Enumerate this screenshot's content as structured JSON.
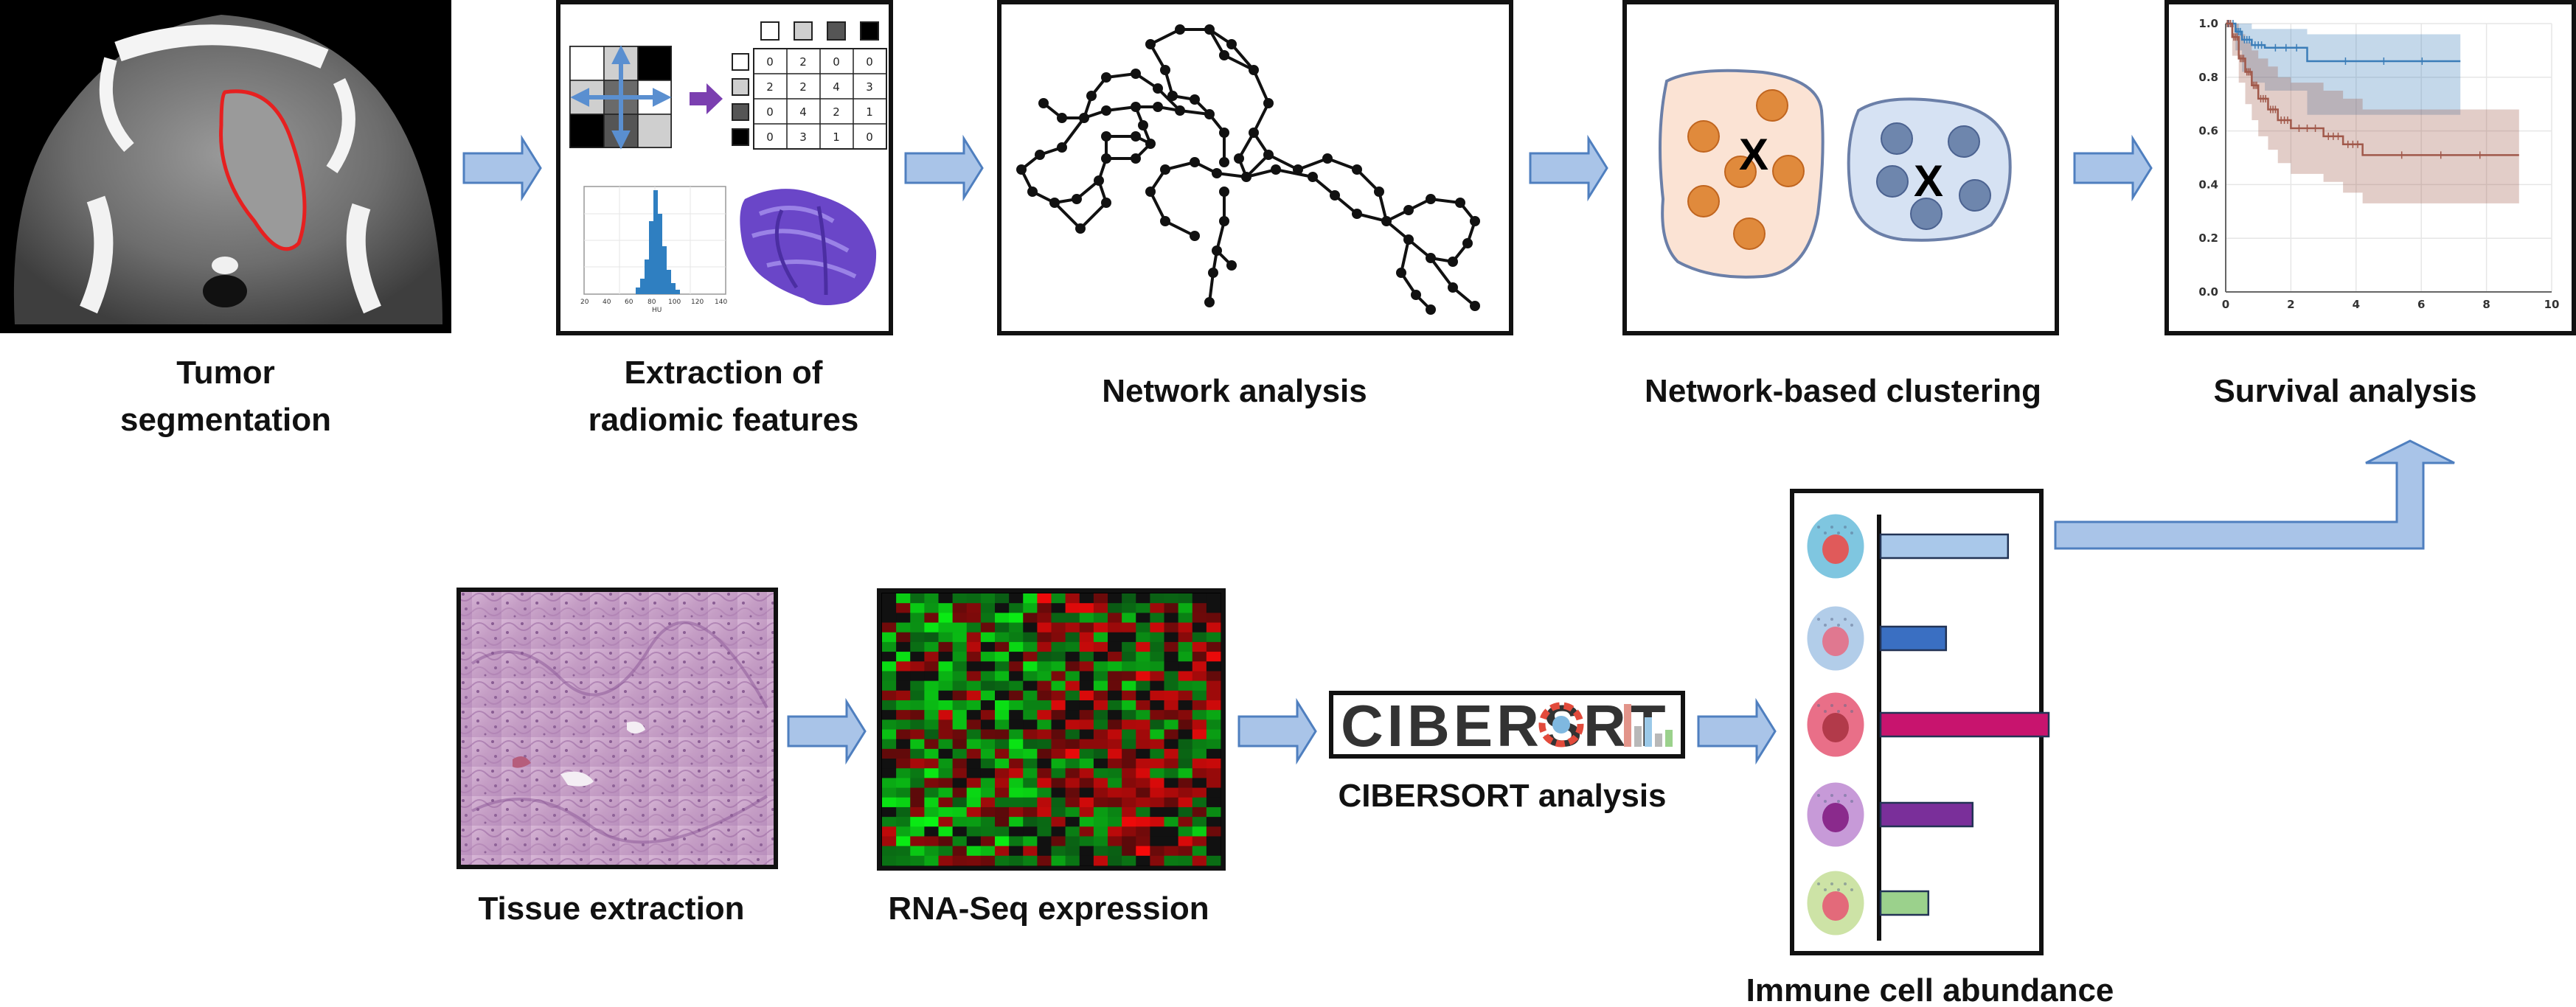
{
  "labels": {
    "tumor_seg_1": "Tumor",
    "tumor_seg_2": "segmentation",
    "extract_1": "Extraction of",
    "extract_2": "radiomic features",
    "network": "Network analysis",
    "clustering": "Network-based clustering",
    "survival": "Survival analysis",
    "tissue": "Tissue extraction",
    "rnaseq": "RNA-Seq expression",
    "cibersort": "CIBERSORT analysis",
    "immune": "Immune cell abundance"
  },
  "logo": {
    "left": "CIBERS",
    "right": "RT"
  },
  "matrix": {
    "cells": [
      [
        "0",
        "2",
        "0",
        "0"
      ],
      [
        "2",
        "2",
        "4",
        "3"
      ],
      [
        "0",
        "4",
        "2",
        "1"
      ],
      [
        "0",
        "3",
        "1",
        "0"
      ]
    ]
  },
  "histogram": {
    "xticks": [
      "20",
      "40",
      "60",
      "80",
      "100",
      "120",
      "140"
    ],
    "xlabel": "HU"
  },
  "clusters": {
    "marker": "X"
  },
  "colors": {
    "arrow_fill": "#a9c4e8",
    "arrow_stroke": "#4f7fbf",
    "cluster_a": "#e08a3c",
    "cluster_b": "#6e86ad"
  },
  "chart_data": {
    "type": "line",
    "title": "",
    "xlabel": "",
    "ylabel": "",
    "xlim": [
      0,
      10
    ],
    "ylim": [
      0,
      1.0
    ],
    "xticks": [
      "0",
      "2",
      "4",
      "6",
      "8",
      "10"
    ],
    "yticks": [
      "0.0",
      "0.2",
      "0.4",
      "0.6",
      "0.8",
      "1.0"
    ],
    "series": [
      {
        "color": "#3b7db8",
        "x": [
          0,
          0.3,
          0.5,
          0.8,
          1.2,
          2.5,
          7.2
        ],
        "y": [
          1.0,
          0.97,
          0.94,
          0.92,
          0.91,
          0.86,
          0.86
        ],
        "ci_lower": [
          1.0,
          0.9,
          0.82,
          0.78,
          0.75,
          0.66,
          0.66
        ],
        "ci_upper": [
          1.0,
          1.0,
          1.0,
          0.98,
          0.98,
          0.96,
          0.96
        ]
      },
      {
        "color": "#a0584a",
        "x": [
          0,
          0.2,
          0.4,
          0.6,
          0.8,
          1.0,
          1.3,
          1.6,
          2.0,
          3.0,
          3.6,
          4.2,
          9.0
        ],
        "y": [
          1.0,
          0.95,
          0.87,
          0.82,
          0.77,
          0.72,
          0.68,
          0.64,
          0.61,
          0.58,
          0.55,
          0.51,
          0.51
        ],
        "ci_lower": [
          1.0,
          0.88,
          0.78,
          0.7,
          0.64,
          0.58,
          0.53,
          0.48,
          0.44,
          0.41,
          0.37,
          0.33,
          0.33
        ],
        "ci_upper": [
          1.0,
          1.0,
          0.96,
          0.93,
          0.9,
          0.87,
          0.84,
          0.8,
          0.78,
          0.75,
          0.72,
          0.68,
          0.68
        ]
      }
    ]
  },
  "immune_bars": {
    "type": "bar",
    "orientation": "horizontal",
    "values": [
      0.72,
      0.37,
      0.95,
      0.52,
      0.27
    ],
    "colors": [
      "#a9c8ea",
      "#3a6fc2",
      "#c8146e",
      "#7a2f9a",
      "#9bd18c"
    ],
    "cell_colors": [
      "#7fc6e0",
      "#b2cde9",
      "#e96f88",
      "#c79ad8",
      "#cde3a6"
    ],
    "nucleus_colors": [
      "#e05a5a",
      "#e07890",
      "#b23a4a",
      "#8a2a8c",
      "#e36a7a"
    ]
  }
}
